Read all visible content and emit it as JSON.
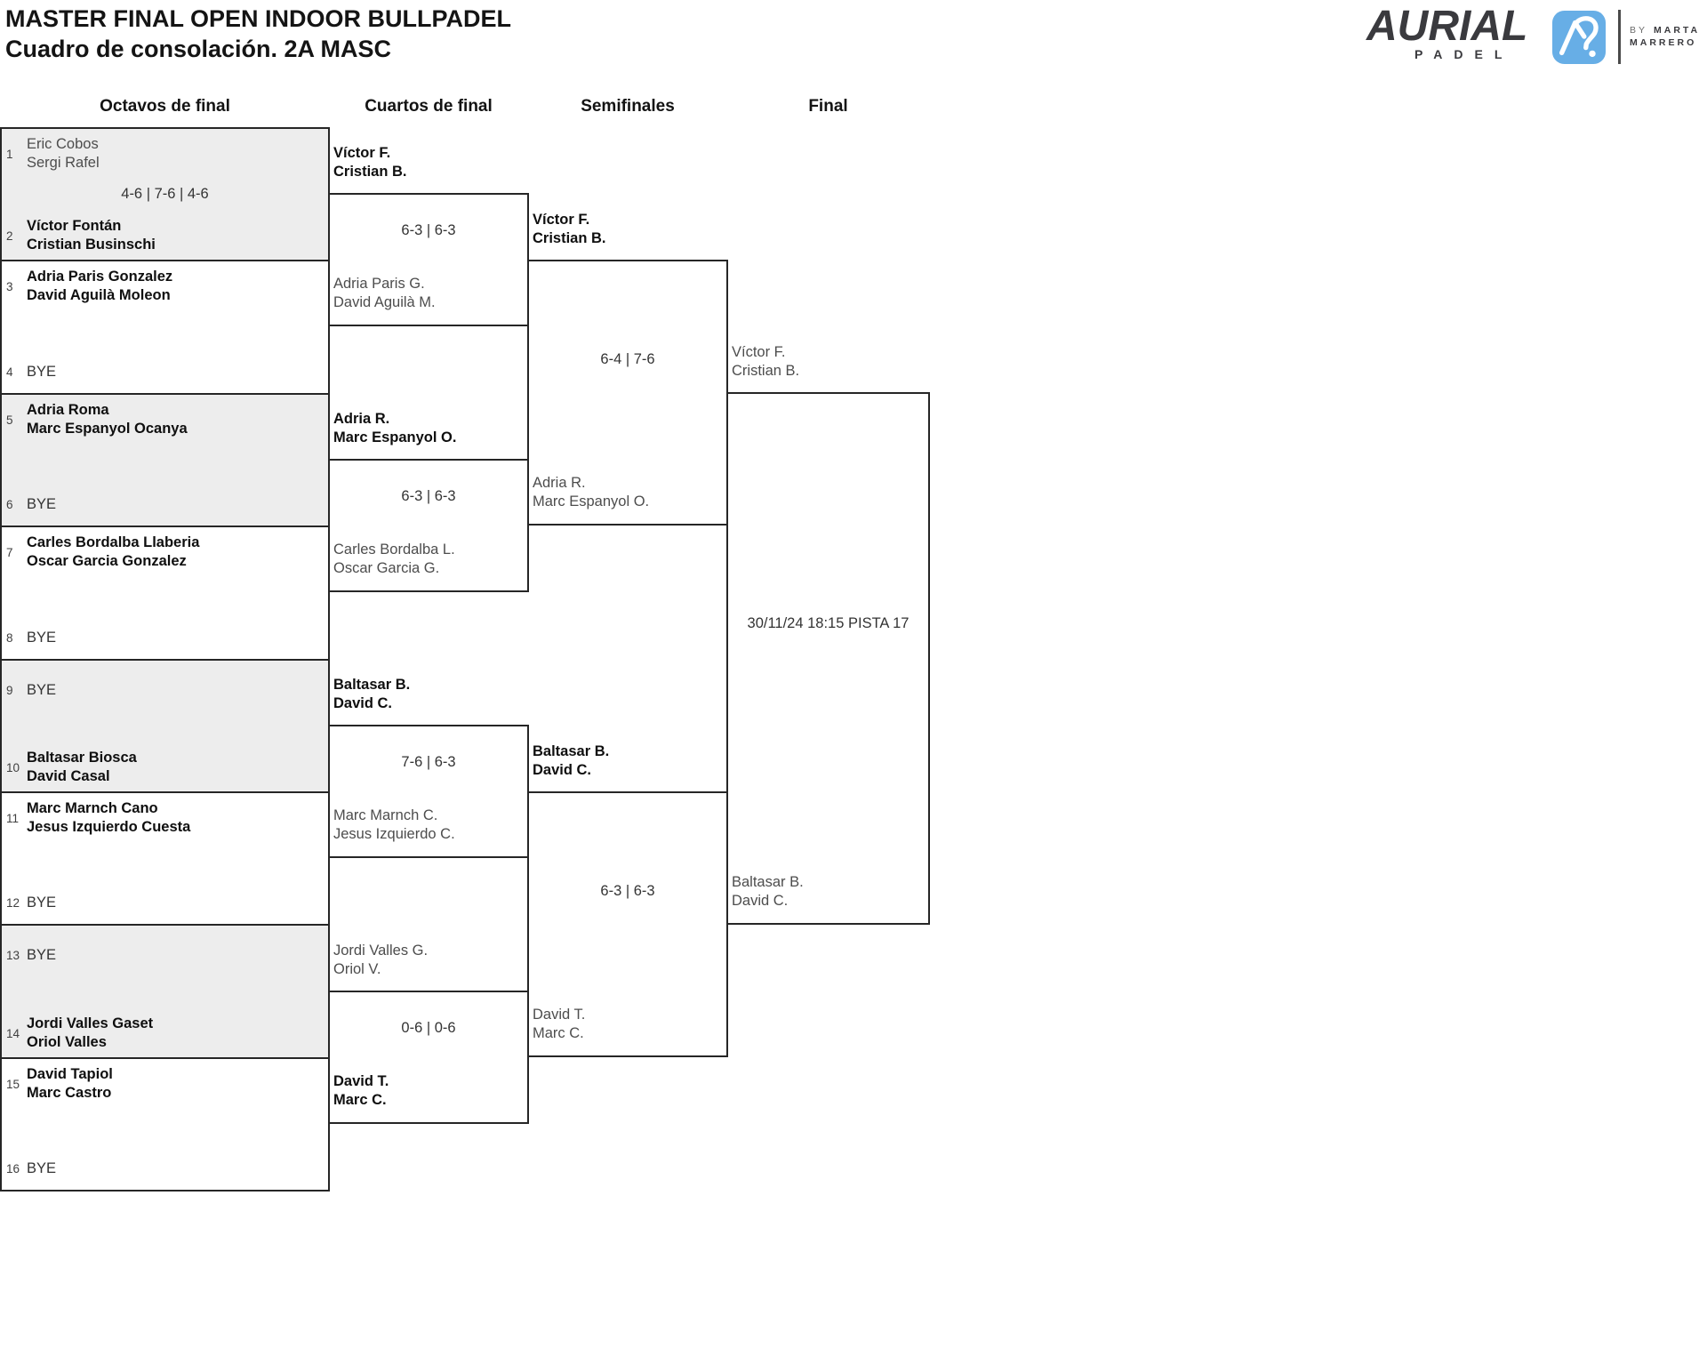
{
  "meta": {
    "title_line1": "MASTER FINAL OPEN INDOOR BULLPADEL",
    "title_line2": "Cuadro de consolación. 2A MASC"
  },
  "logo": {
    "brand": "AURIAL",
    "word": "PADEL",
    "by_label": "BY",
    "name_line1": "MARTA",
    "name_line2": "MARRERO",
    "icon": "aurial-monogram-icon",
    "accent_blue": "#67aee6",
    "ink": "#3a3a3e"
  },
  "columns": [
    {
      "label": "Octavos de final"
    },
    {
      "label": "Cuartos de final"
    },
    {
      "label": "Semifinales"
    },
    {
      "label": "Final"
    }
  ],
  "round16": [
    {
      "shaded": true,
      "score": "4-6 | 7-6 | 4-6",
      "top": {
        "seed": "1",
        "lines": [
          "Eric Cobos",
          "Sergi Rafel"
        ],
        "winner": false,
        "bye": false
      },
      "bottom": {
        "seed": "2",
        "lines": [
          "Víctor Fontán",
          "Cristian Businschi"
        ],
        "winner": true,
        "bye": false
      }
    },
    {
      "shaded": false,
      "top": {
        "seed": "3",
        "lines": [
          "Adria Paris Gonzalez",
          "David Aguilà Moleon"
        ],
        "winner": true,
        "bye": false
      },
      "bottom": {
        "seed": "4",
        "lines": [
          "BYE"
        ],
        "winner": false,
        "bye": true
      }
    },
    {
      "shaded": true,
      "top": {
        "seed": "5",
        "lines": [
          "Adria Roma",
          "Marc Espanyol Ocanya"
        ],
        "winner": true,
        "bye": false
      },
      "bottom": {
        "seed": "6",
        "lines": [
          "BYE"
        ],
        "winner": false,
        "bye": true
      }
    },
    {
      "shaded": false,
      "top": {
        "seed": "7",
        "lines": [
          "Carles Bordalba Llaberia",
          "Oscar Garcia Gonzalez"
        ],
        "winner": true,
        "bye": false
      },
      "bottom": {
        "seed": "8",
        "lines": [
          "BYE"
        ],
        "winner": false,
        "bye": true
      }
    },
    {
      "shaded": true,
      "top": {
        "seed": "9",
        "lines": [
          "BYE"
        ],
        "winner": false,
        "bye": true
      },
      "bottom": {
        "seed": "10",
        "lines": [
          "Baltasar Biosca",
          "David Casal"
        ],
        "winner": true,
        "bye": false
      }
    },
    {
      "shaded": false,
      "top": {
        "seed": "11",
        "lines": [
          "Marc Marnch Cano",
          "Jesus Izquierdo Cuesta"
        ],
        "winner": true,
        "bye": false
      },
      "bottom": {
        "seed": "12",
        "lines": [
          "BYE"
        ],
        "winner": false,
        "bye": true
      }
    },
    {
      "shaded": true,
      "top": {
        "seed": "13",
        "lines": [
          "BYE"
        ],
        "winner": false,
        "bye": true
      },
      "bottom": {
        "seed": "14",
        "lines": [
          "Jordi Valles Gaset",
          "Oriol Valles"
        ],
        "winner": true,
        "bye": false
      }
    },
    {
      "shaded": false,
      "top": {
        "seed": "15",
        "lines": [
          "David Tapiol",
          "Marc Castro"
        ],
        "winner": true,
        "bye": false
      },
      "bottom": {
        "seed": "16",
        "lines": [
          "BYE"
        ],
        "winner": false,
        "bye": true
      }
    }
  ],
  "quarterfinals": [
    {
      "score": "6-3 | 6-3",
      "top": {
        "lines": [
          "Víctor F.",
          "Cristian B."
        ],
        "winner": true
      },
      "bottom": {
        "lines": [
          "Adria Paris G.",
          "David Aguilà M."
        ],
        "winner": false
      }
    },
    {
      "score": "6-3 | 6-3",
      "top": {
        "lines": [
          "Adria R.",
          "Marc Espanyol O."
        ],
        "winner": true
      },
      "bottom": {
        "lines": [
          "Carles Bordalba L.",
          "Oscar Garcia G."
        ],
        "winner": false
      }
    },
    {
      "score": "7-6 | 6-3",
      "top": {
        "lines": [
          "Baltasar B.",
          "David C."
        ],
        "winner": true
      },
      "bottom": {
        "lines": [
          "Marc Marnch C.",
          "Jesus Izquierdo C."
        ],
        "winner": false
      }
    },
    {
      "score": "0-6 | 0-6",
      "top": {
        "lines": [
          "Jordi Valles G.",
          "Oriol V."
        ],
        "winner": false
      },
      "bottom": {
        "lines": [
          "David T.",
          "Marc C."
        ],
        "winner": true
      }
    }
  ],
  "semifinals": [
    {
      "score": "6-4 | 7-6",
      "top": {
        "lines": [
          "Víctor F.",
          "Cristian B."
        ],
        "winner": true
      },
      "bottom": {
        "lines": [
          "Adria R.",
          "Marc Espanyol O."
        ],
        "winner": false
      }
    },
    {
      "score": "6-3 | 6-3",
      "top": {
        "lines": [
          "Baltasar B.",
          "David C."
        ],
        "winner": true
      },
      "bottom": {
        "lines": [
          "David T.",
          "Marc C."
        ],
        "winner": false
      }
    }
  ],
  "final": {
    "note": "30/11/24 18:15 PISTA 17",
    "top": {
      "lines": [
        "Víctor F.",
        "Cristian B."
      ],
      "winner": false
    },
    "bottom": {
      "lines": [
        "Baltasar B.",
        "David C."
      ],
      "winner": false
    }
  }
}
